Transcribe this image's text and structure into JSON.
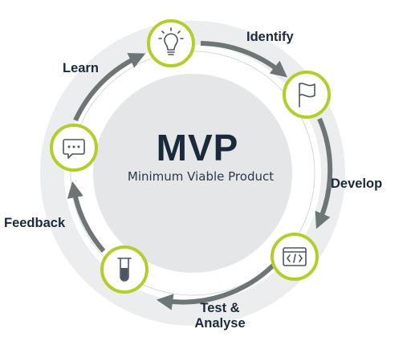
{
  "diagram": {
    "title": "MVP",
    "subtitle": "Minimum Viable Product",
    "accent_color": "#b3cd2b",
    "arrow_color": "#6e7577",
    "ring_color": "#ebedee",
    "disc_color": "#e4e6e8",
    "steps": [
      {
        "label": "Identify",
        "icon": "flag-icon"
      },
      {
        "label": "Develop",
        "icon": "code-window-icon"
      },
      {
        "label": "Test &",
        "label_line2": "Analyse",
        "icon": "test-tube-icon"
      },
      {
        "label": "Feedback",
        "icon": "chat-bubble-icon"
      },
      {
        "label": "Learn",
        "icon": "lightbulb-icon"
      }
    ]
  }
}
